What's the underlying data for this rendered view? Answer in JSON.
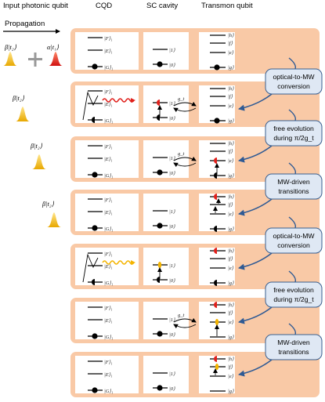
{
  "headers": {
    "input": "Input photonic qubit",
    "cqd": "CQD",
    "sc": "SC cavity",
    "transmon": "Transmon qubit",
    "propagation": "Propagation"
  },
  "input_states": {
    "beta": "β|t₂⟩",
    "alpha": "α|t₁⟩"
  },
  "levels": {
    "cqd": [
      "|F⟩₁",
      "|E⟩₁",
      "|G⟩₁"
    ],
    "sc": [
      "|1⟩",
      "|0⟩"
    ],
    "transmon": [
      "|h⟩",
      "|f⟩",
      "|e⟩",
      "|g⟩"
    ]
  },
  "coupling": "g_t",
  "steps": [
    {
      "l1": "optical-to-MW",
      "l2": "conversion"
    },
    {
      "l1": "free evolution",
      "l2": "during π/2g_t"
    },
    {
      "l1": "MW-driven",
      "l2": "transitions"
    },
    {
      "l1": "optical-to-MW",
      "l2": "conversion"
    },
    {
      "l1": "free evolution",
      "l2": "during π/2g_t"
    },
    {
      "l1": "MW-driven",
      "l2": "transitions"
    }
  ],
  "colors": {
    "frame": "#f9c9a6",
    "pulse_red": "#e0201b",
    "pulse_gold": "#f4b400",
    "box_fill": "#dfe8f4",
    "box_stroke": "#3a5f8f",
    "arrow": "#2f5a94"
  }
}
